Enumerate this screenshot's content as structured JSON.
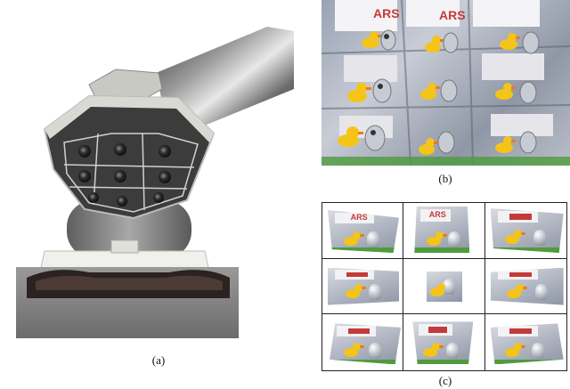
{
  "captions": {
    "a": "(a)",
    "b": "(b)",
    "c": "(c)"
  },
  "panel_b": {
    "poster_text": "ARS"
  },
  "panel_c": {
    "poster_text": "ARS"
  },
  "colors": {
    "duck_yellow": "#f5c418",
    "beak_orange": "#f07a12",
    "poster_red": "#c43a3a",
    "robot_silver": "#c7cbd3",
    "rig_gray": "#8a8a8a",
    "grid_line": "#222222"
  }
}
